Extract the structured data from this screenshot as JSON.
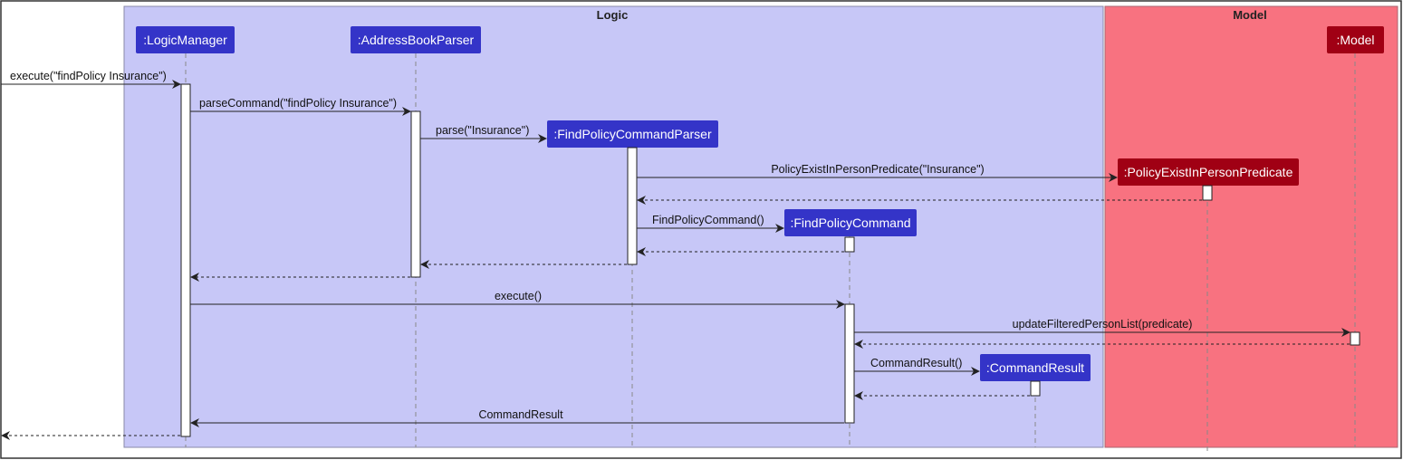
{
  "packages": {
    "logic": {
      "title": "Logic",
      "color": "#c7c7f7"
    },
    "model": {
      "title": "Model",
      "color": "#f87280"
    }
  },
  "colors": {
    "logic_box": "#3434c8",
    "model_box": "#a00014",
    "frame": "#333333",
    "lifeline": "#888888",
    "activation": "#ffffff"
  },
  "participants": {
    "logic_manager": ":LogicManager",
    "address_book_parser": ":AddressBookParser",
    "find_policy_command_parser": ":FindPolicyCommandParser",
    "find_policy_command": ":FindPolicyCommand",
    "command_result": ":CommandResult",
    "policy_predicate": ":PolicyExistInPersonPredicate",
    "model": ":Model"
  },
  "messages": {
    "m1": "execute(\"findPolicy Insurance\")",
    "m2": "parseCommand(\"findPolicy Insurance\")",
    "m3": "parse(\"Insurance\")",
    "m4": "PolicyExistInPersonPredicate(\"Insurance\")",
    "m5": "FindPolicyCommand()",
    "m6": "execute()",
    "m7": "updateFilteredPersonList(predicate)",
    "m8": "CommandResult()",
    "m9": "CommandResult"
  }
}
